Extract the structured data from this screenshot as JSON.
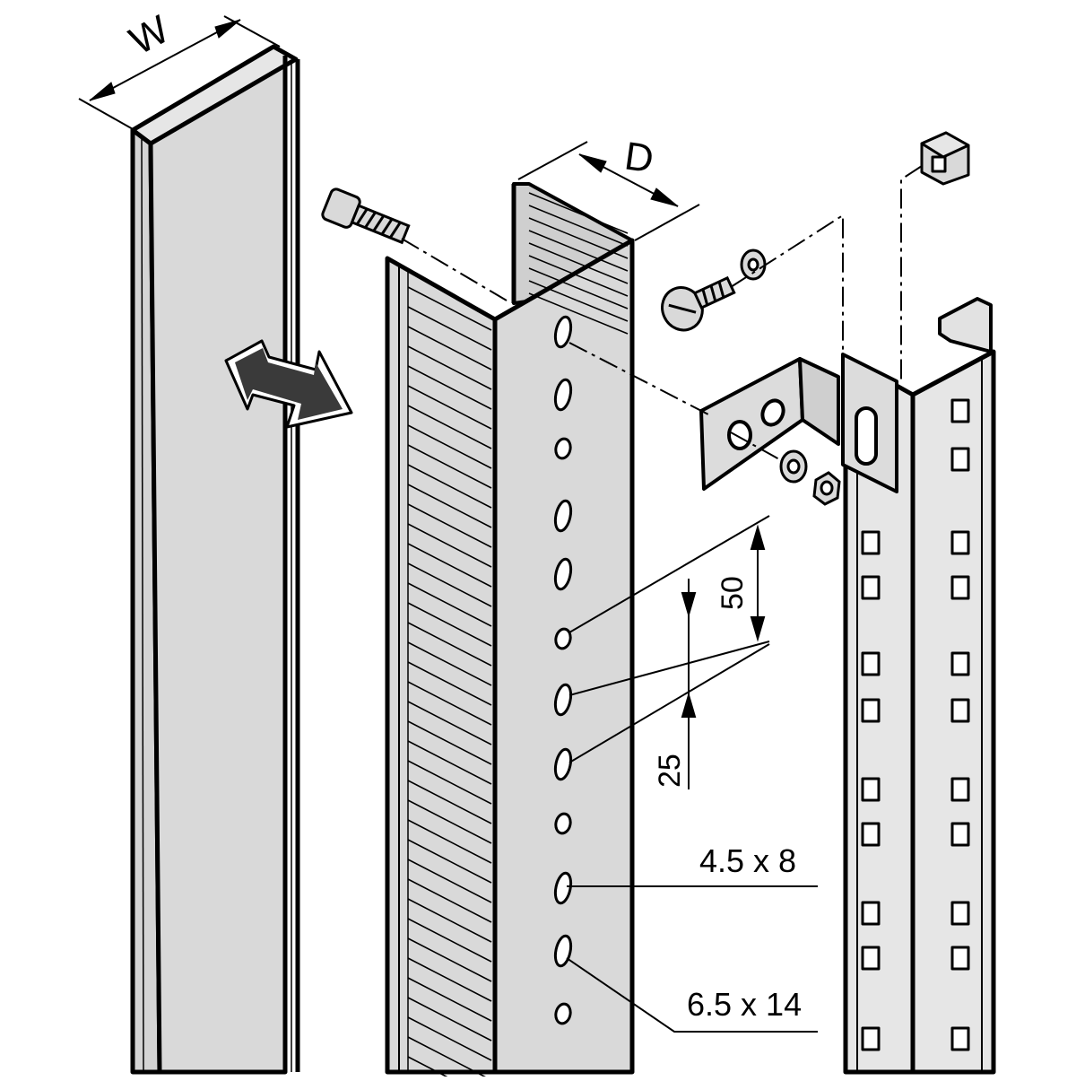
{
  "dimensions": {
    "width_label": "W",
    "depth_label": "D",
    "pitch_large": "50",
    "pitch_small": "25",
    "hole_small": "4.5 x 8",
    "hole_large": "6.5 x 14"
  },
  "colors": {
    "metal": "#d9d9d9",
    "metal_light": "#e6e6e6",
    "outline": "#000000",
    "arrow_fill": "#3a3a3a",
    "background": "#ffffff"
  }
}
